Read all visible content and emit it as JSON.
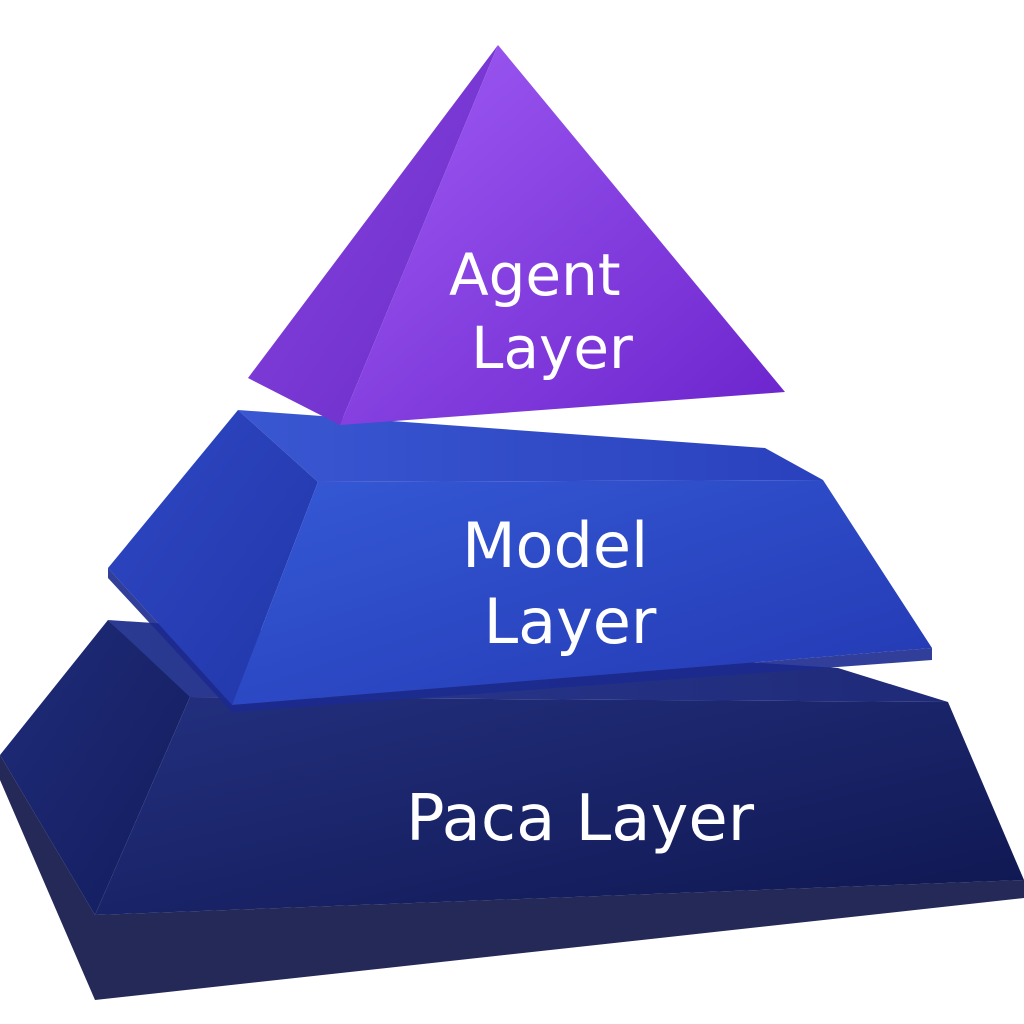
{
  "diagram": {
    "layers": [
      {
        "id": "agent",
        "lines": [
          "Agent",
          "Layer"
        ],
        "color": "#8e3fe6"
      },
      {
        "id": "model",
        "lines": [
          "Model",
          "Layer"
        ],
        "color": "#2f4fd0"
      },
      {
        "id": "paca",
        "lines": [
          "Paca Layer"
        ],
        "color": "#1a2570"
      }
    ]
  }
}
